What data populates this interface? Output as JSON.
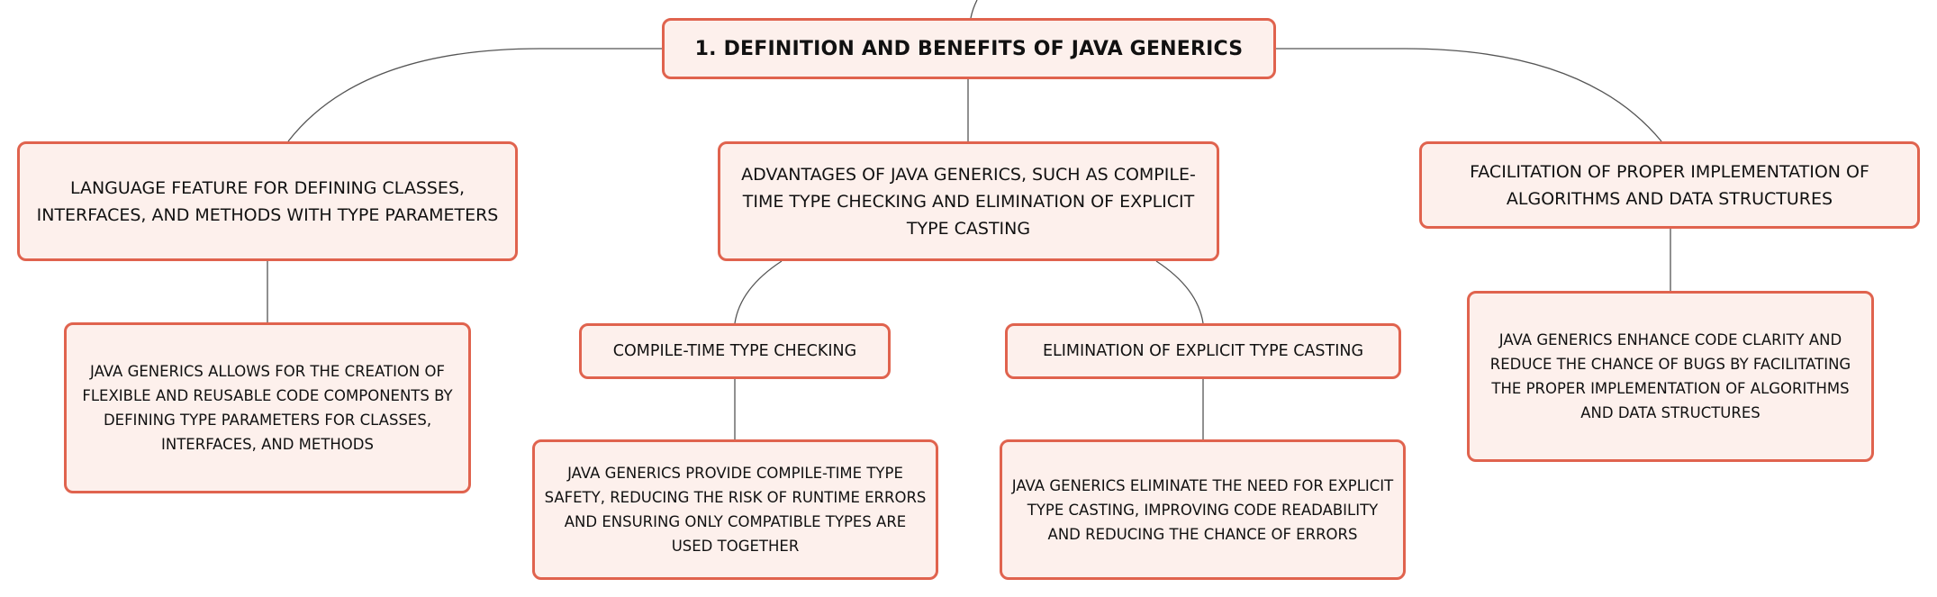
{
  "root": {
    "label": "1. DEFINITION AND BENEFITS OF JAVA GENERICS"
  },
  "topics": {
    "left": {
      "label": "LANGUAGE FEATURE FOR DEFINING CLASSES, INTERFACES, AND METHODS WITH TYPE PARAMETERS",
      "detail": "JAVA GENERICS ALLOWS FOR THE CREATION OF FLEXIBLE AND REUSABLE CODE COMPONENTS BY DEFINING TYPE PARAMETERS FOR CLASSES, INTERFACES, AND METHODS"
    },
    "center": {
      "label": "ADVANTAGES OF JAVA GENERICS, SUCH AS COMPILE-TIME TYPE CHECKING AND ELIMINATION OF EXPLICIT TYPE CASTING",
      "children": {
        "compile": {
          "label": "COMPILE-TIME TYPE CHECKING",
          "detail": "JAVA GENERICS PROVIDE COMPILE-TIME TYPE SAFETY, REDUCING THE RISK OF RUNTIME ERRORS AND ENSURING ONLY COMPATIBLE TYPES ARE USED TOGETHER"
        },
        "cast": {
          "label": "ELIMINATION OF EXPLICIT TYPE CASTING",
          "detail": "JAVA GENERICS ELIMINATE THE NEED FOR EXPLICIT TYPE CASTING, IMPROVING CODE READABILITY AND REDUCING THE CHANCE OF ERRORS"
        }
      }
    },
    "right": {
      "label": "FACILITATION OF PROPER IMPLEMENTATION OF ALGORITHMS AND DATA STRUCTURES",
      "detail": "JAVA GENERICS ENHANCE CODE CLARITY AND REDUCE THE CHANCE OF BUGS BY FACILITATING THE PROPER IMPLEMENTATION OF ALGORITHMS AND DATA STRUCTURES"
    }
  },
  "colors": {
    "node_fill": "#fdf0ec",
    "node_border": "#e0634e",
    "connector": "#555555",
    "text": "#111111"
  }
}
